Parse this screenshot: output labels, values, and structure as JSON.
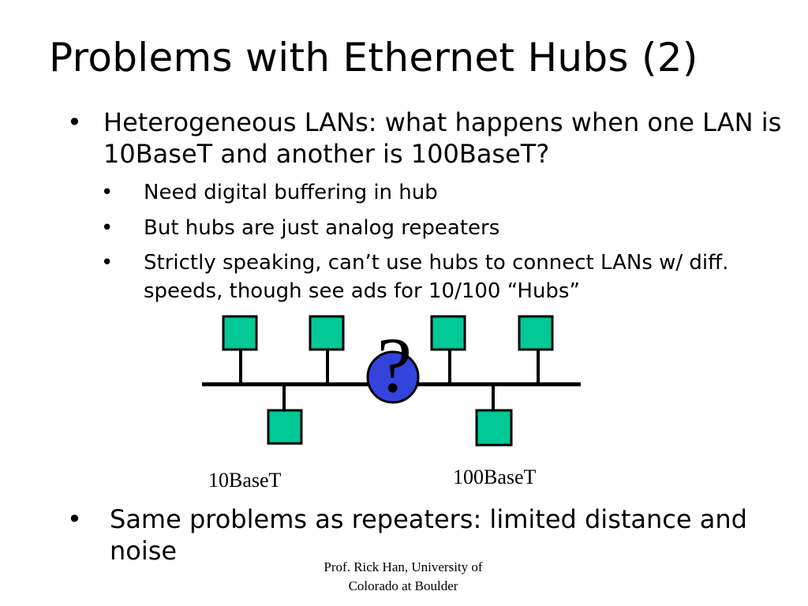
{
  "slide": {
    "title": "Problems with Ethernet Hubs (2)",
    "bullets": [
      {
        "marker": "•",
        "text": "Heterogeneous LANs: what happens when one LAN is 10BaseT and another is 100BaseT?"
      },
      {
        "marker": "•",
        "text": "Need digital buffering in hub"
      },
      {
        "marker": "•",
        "text": "But hubs are just analog repeaters"
      },
      {
        "marker": "•",
        "text": "Strictly speaking, can’t use hubs to connect LANs w/ diff. speeds, though see ads for 10/100 “Hubs”"
      },
      {
        "marker": "•",
        "text": "Same problems as repeaters: limited distance and noise"
      }
    ],
    "footer": {
      "line1": "Prof. Rick Han, University of",
      "line2": "Colorado at Boulder"
    }
  },
  "diagram": {
    "segments": [
      {
        "label": "10BaseT",
        "hosts_above": 2,
        "hosts_below": 1
      },
      {
        "label": "100BaseT",
        "hosts_above": 2,
        "hosts_below": 1
      }
    ],
    "hub_symbol": "?",
    "colors": {
      "host_fill": "#00c896",
      "hub_fill": "#3344dd",
      "line": "#000000"
    }
  }
}
